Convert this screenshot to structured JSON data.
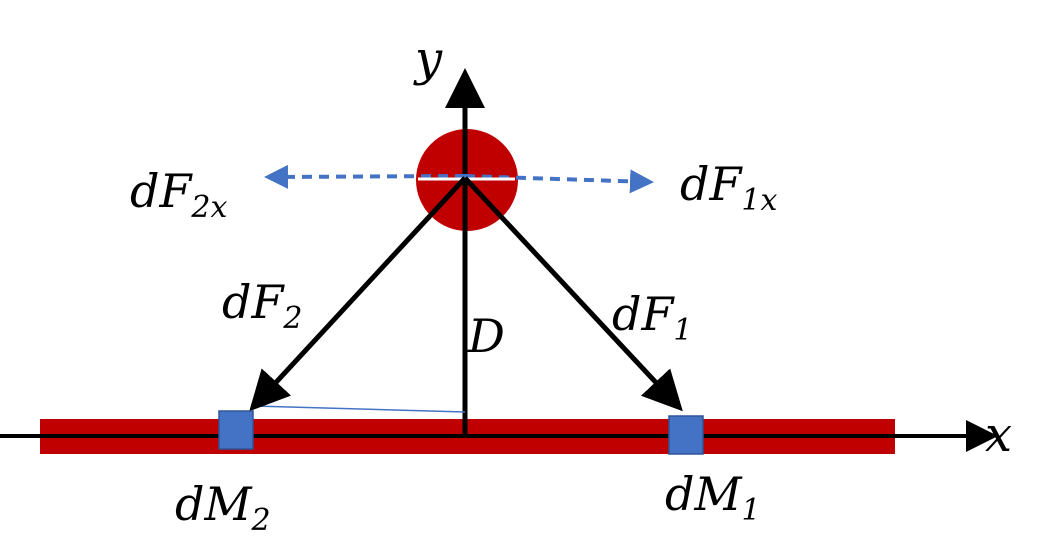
{
  "diagram": {
    "axis_x_label": "x",
    "axis_y_label": "y",
    "distance_label": "D",
    "force_left_x": {
      "base": "dF",
      "sub": "2x"
    },
    "force_right_x": {
      "base": "dF",
      "sub": "1x"
    },
    "force_left": {
      "base": "dF",
      "sub": "2"
    },
    "force_right": {
      "base": "dF",
      "sub": "1"
    },
    "mass_left": {
      "base": "dM",
      "sub": "2"
    },
    "mass_right": {
      "base": "dM",
      "sub": "1"
    }
  },
  "colors": {
    "rod": "#c00000",
    "point_mass": "#c00000",
    "mass_element": "#4472c4",
    "dashed_arrow": "#4472c4",
    "vector": "#000000"
  }
}
